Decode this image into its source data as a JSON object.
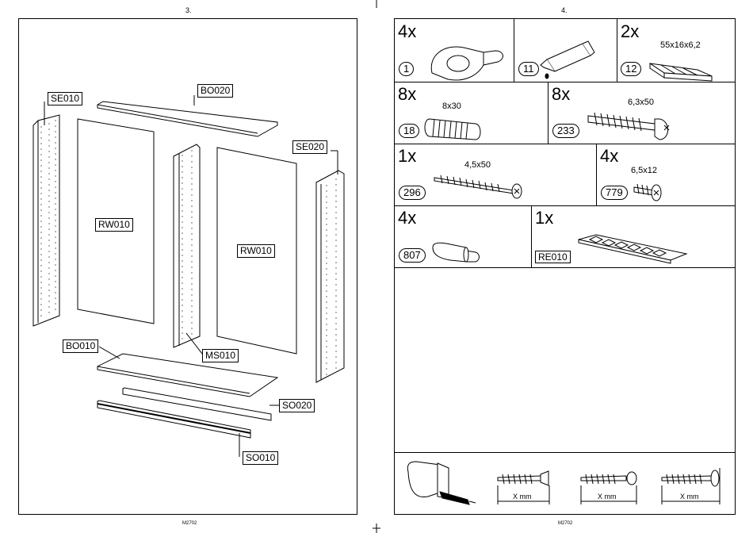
{
  "page_left": {
    "page_number": "3.",
    "footer": "M2702",
    "labels": {
      "bo020": "BO020",
      "se010": "SE010",
      "se020": "SE020",
      "rw010_left": "RW010",
      "rw010_right": "RW010",
      "ms010": "MS010",
      "bo010": "BO010",
      "so020": "SO020",
      "so010": "SO010"
    }
  },
  "page_right": {
    "page_number": "4.",
    "footer": "M2702",
    "parts": [
      {
        "qty": "4x",
        "number": "1",
        "dimension": "",
        "icon": "cam-lock-icon"
      },
      {
        "qty": "",
        "number": "11",
        "dimension": "",
        "icon": "glue-tube-icon"
      },
      {
        "qty": "2x",
        "number": "12",
        "dimension": "55x16x6,2",
        "icon": "wedge-shims-icon"
      },
      {
        "qty": "8x",
        "number": "18",
        "dimension": "8x30",
        "icon": "dowel-icon"
      },
      {
        "qty": "8x",
        "number": "233",
        "dimension": "6,3x50",
        "icon": "screw-icon"
      },
      {
        "qty": "1x",
        "number": "296",
        "dimension": "4,5x50",
        "icon": "screw-icon"
      },
      {
        "qty": "4x",
        "number": "779",
        "dimension": "6,5x12",
        "icon": "short-screw-icon"
      },
      {
        "qty": "4x",
        "number": "807",
        "dimension": "",
        "icon": "shelf-pin-icon"
      },
      {
        "qty": "1x",
        "number": "RE010",
        "dimension": "",
        "icon": "pad-strip-icon"
      }
    ],
    "measure": {
      "x_mm_1": "X mm",
      "x_mm_2": "X mm",
      "x_mm_3": "X mm"
    }
  }
}
